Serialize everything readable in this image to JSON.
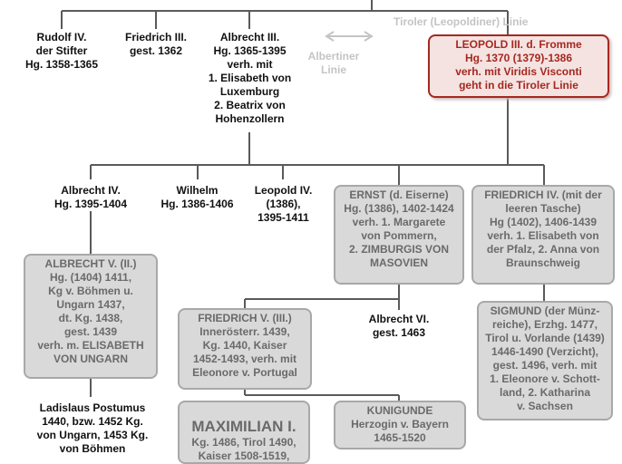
{
  "labels": {
    "tiroler_linie": "Tiroler (Leopoldiner) Linie",
    "albertiner_linie": "Albertiner\nLinie"
  },
  "people": {
    "rudolf": "Rudolf IV.\nder Stifter\nHg. 1358-1365",
    "friedrich3": "Friedrich III.\ngest. 1362",
    "albrecht3": "Albrecht III.\nHg. 1365-1395\nverh. mit\n1. Elisabeth von\nLuxemburg\n2. Beatrix von\nHohenzollern",
    "leopold3": "LEOPOLD III. d. Fromme\nHg. 1370 (1379)-1386\nverh. mit Viridis Visconti\ngeht in die Tiroler Linie",
    "albrecht4": "Albrecht IV.\nHg. 1395-1404",
    "wilhelm": "Wilhelm\nHg. 1386-1406",
    "leopold4": "Leopold IV.\n(1386),\n1395-1411",
    "ernst": "ERNST (d. Eiserne)\nHg. (1386), 1402-1424\nverh. 1. Margarete\nvon Pommern,\n2. ZIMBURGIS VON\nMASOVIEN",
    "friedrich4": "FRIEDRICH IV. (mit der\nleeren Tasche)\nHg (1402), 1406-1439\nverh. 1. Elisabeth von\nder Pfalz, 2. Anna von\nBraunschweig",
    "albrecht5": "ALBRECHT V. (II.)\nHg. (1404) 1411,\nKg v. Böhmen u.\nUngarn 1437,\ndt. Kg. 1438,\ngest. 1439\nverh. m. ELISABETH\nVON UNGARN",
    "friedrich5": "FRIEDRICH V. (III.)\nInnerösterr. 1439,\nKg. 1440, Kaiser\n1452-1493, verh. mit\nEleonore v. Portugal",
    "albrecht6": "Albrecht VI.\ngest. 1463",
    "sigmund": "SIGMUND (der Münz-\nreiche), Erzhg. 1477,\nTirol u. Vorlande (1439)\n1446-1490 (Verzicht),\ngest. 1496, verh. mit\n1. Eleonore v. Schott-\nland, 2. Katharina\nv. Sachsen",
    "ladislaus": "Ladislaus Postumus\n1440, bzw. 1452 Kg.\nvon Ungarn, 1453 Kg.\nvon Böhmen",
    "maximilian_title": "MAXIMILIAN I.",
    "maximilian_text": "Kg. 1486, Tirol 1490,\nKaiser 1508-1519,",
    "kunigunde": "KUNIGUNDE\nHerzogin v. Bayern\n1465-1520"
  },
  "colors": {
    "line": "#5a5a5a",
    "box_fill": "#d9d9d9",
    "box_border": "#a8a8a8",
    "highlight_border": "#a52820",
    "highlight_fill": "#f5e3e1",
    "faded_text": "#c4c4c4"
  }
}
